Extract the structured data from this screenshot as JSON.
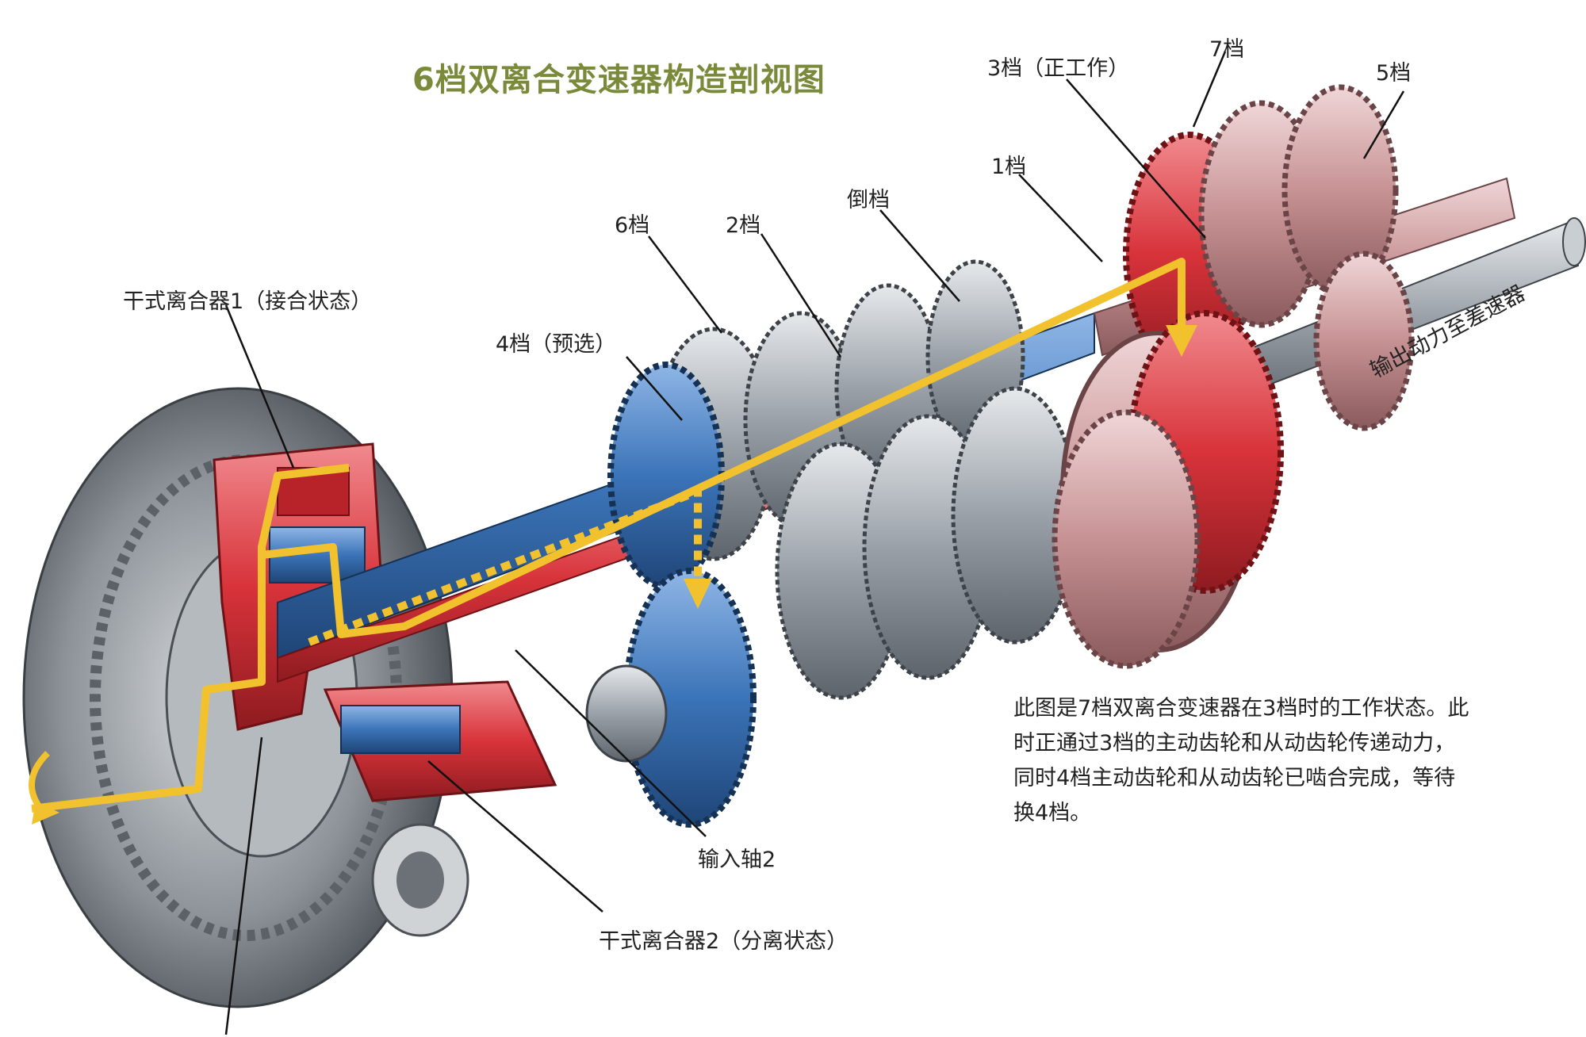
{
  "title": "6档双离合变速器构造剖视图",
  "labels": {
    "gear3": "3档（正工作）",
    "gear7": "7档",
    "gear5": "5档",
    "gear1": "1档",
    "reverse": "倒档",
    "gear6": "6档",
    "gear2": "2档",
    "gear4": "4档（预选）",
    "clutch1": "干式离合器1（接合状态）",
    "output": "输出动力至差速器",
    "input2": "输入轴2",
    "clutch2": "干式离合器2（分离状态）"
  },
  "description": "此图是7档双离合变速器在3档时的工作状态。此时正通过3档的主动齿轮和从动齿轮传递动力，同时4档主动齿轮和从动齿轮已啮合完成，等待换4档。",
  "colors": {
    "title": "#7b8a3a",
    "power_flow": "#f2c12e",
    "gear_red": "#d8333a",
    "gear_blue": "#3b74b8",
    "gear_pink": "#c89294",
    "metal": "#a9afb5"
  }
}
